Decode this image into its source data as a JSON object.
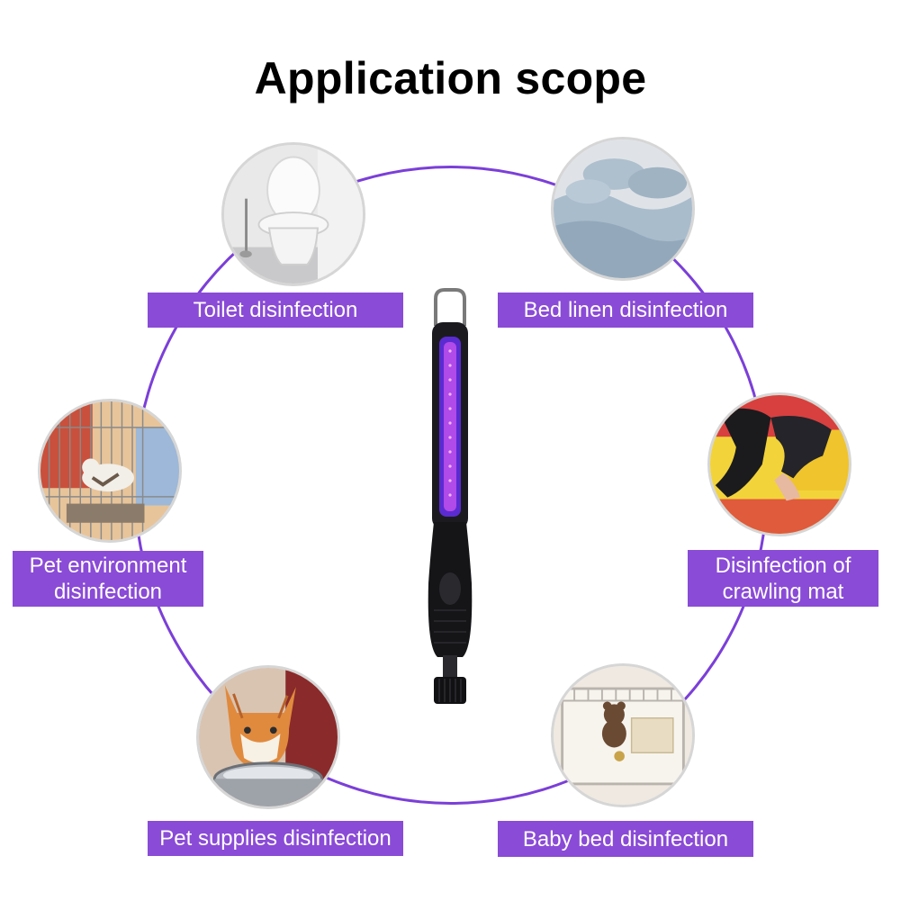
{
  "title": "Application scope",
  "accent_color": "#8a4bd6",
  "ring_color": "#7b3fd8",
  "applications": [
    {
      "label": "Toilet disinfection",
      "icon": "toilet-photo"
    },
    {
      "label": "Bed linen disinfection",
      "icon": "bed-linen-photo"
    },
    {
      "label_lines": [
        "Pet environment",
        "disinfection"
      ],
      "icon": "pet-cage-photo"
    },
    {
      "label_lines": [
        "Disinfection of",
        "crawling mat"
      ],
      "icon": "crawling-mat-photo"
    },
    {
      "label": "Pet supplies disinfection",
      "icon": "cat-bowl-photo"
    },
    {
      "label": "Baby bed disinfection",
      "icon": "baby-crib-photo"
    }
  ],
  "product_icon": "uv-lamp-wand"
}
